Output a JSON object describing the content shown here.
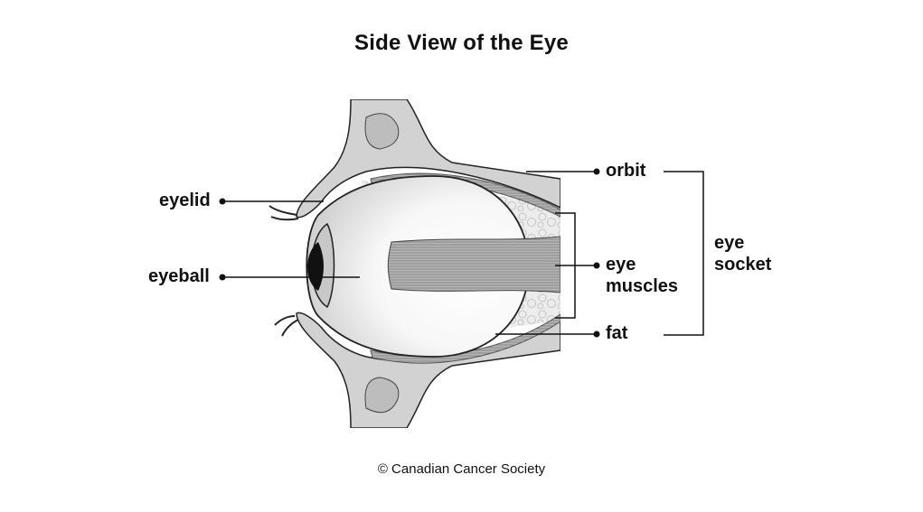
{
  "title": "Side View of the Eye",
  "labels": {
    "eyelid": "eyelid",
    "eyeball": "eyeball",
    "orbit": "orbit",
    "eye_muscles_line1": "eye",
    "eye_muscles_line2": "muscles",
    "fat": "fat",
    "eye_socket_line1": "eye",
    "eye_socket_line2": "socket"
  },
  "footer": "© Canadian Cancer Society",
  "colors": {
    "bone": "#d2d2d2",
    "bone_inner": "#bdbdbd",
    "fat": "#e8e8e8",
    "muscle": "#9a9a9a",
    "outline": "#222222"
  }
}
